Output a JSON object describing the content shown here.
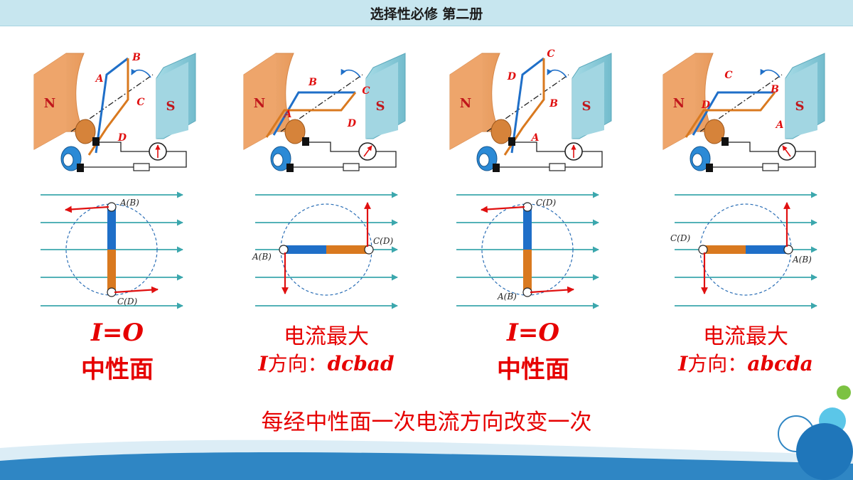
{
  "header": {
    "title": "选择性必修 第二册"
  },
  "colors": {
    "field": "#3ba7ad",
    "coil_blue": "#1f6fc8",
    "coil_orange": "#d9791f",
    "force": "#e01010",
    "text_red": "#e60000",
    "magnet_n": "#eda66e",
    "magnet_s": "#88cbd9"
  },
  "panels": [
    {
      "magnet_n": "N",
      "magnet_s": "S",
      "labels": {
        "p1": "A",
        "p2": "B",
        "p3": "C",
        "p4": "D"
      },
      "diagram": {
        "top_label": "A(B)",
        "bottom_label": "C(D)",
        "left_label": "",
        "right_label": ""
      },
      "caption": {
        "line1": "I=O",
        "line2": "中性面"
      }
    },
    {
      "magnet_n": "N",
      "magnet_s": "S",
      "labels": {
        "p1": "B",
        "p2": "A",
        "p3": "C",
        "p4": "D"
      },
      "diagram": {
        "top_label": "",
        "bottom_label": "",
        "left_label": "A(B)",
        "right_label": "C(D)"
      },
      "caption": {
        "line1": "电流最大",
        "line2_prefix": "I",
        "line2_text": "方向：",
        "line2_dir": "dcbad"
      }
    },
    {
      "magnet_n": "N",
      "magnet_s": "S",
      "labels": {
        "p1": "D",
        "p2": "C",
        "p3": "B",
        "p4": "A"
      },
      "diagram": {
        "top_label": "C(D)",
        "bottom_label": "A(B)",
        "left_label": "",
        "right_label": ""
      },
      "caption": {
        "line1": "I=O",
        "line2": "中性面"
      }
    },
    {
      "magnet_n": "N",
      "magnet_s": "S",
      "labels": {
        "p1": "C",
        "p2": "D",
        "p3": "A",
        "p4": "B"
      },
      "diagram": {
        "top_label": "",
        "bottom_label": "",
        "left_label": "C(D)",
        "right_label": "A(B)"
      },
      "caption": {
        "line1": "电流最大",
        "line2_prefix": "I",
        "line2_text": "方向：",
        "line2_dir": "abcda"
      }
    }
  ],
  "summary": "每经中性面一次电流方向改变一次"
}
